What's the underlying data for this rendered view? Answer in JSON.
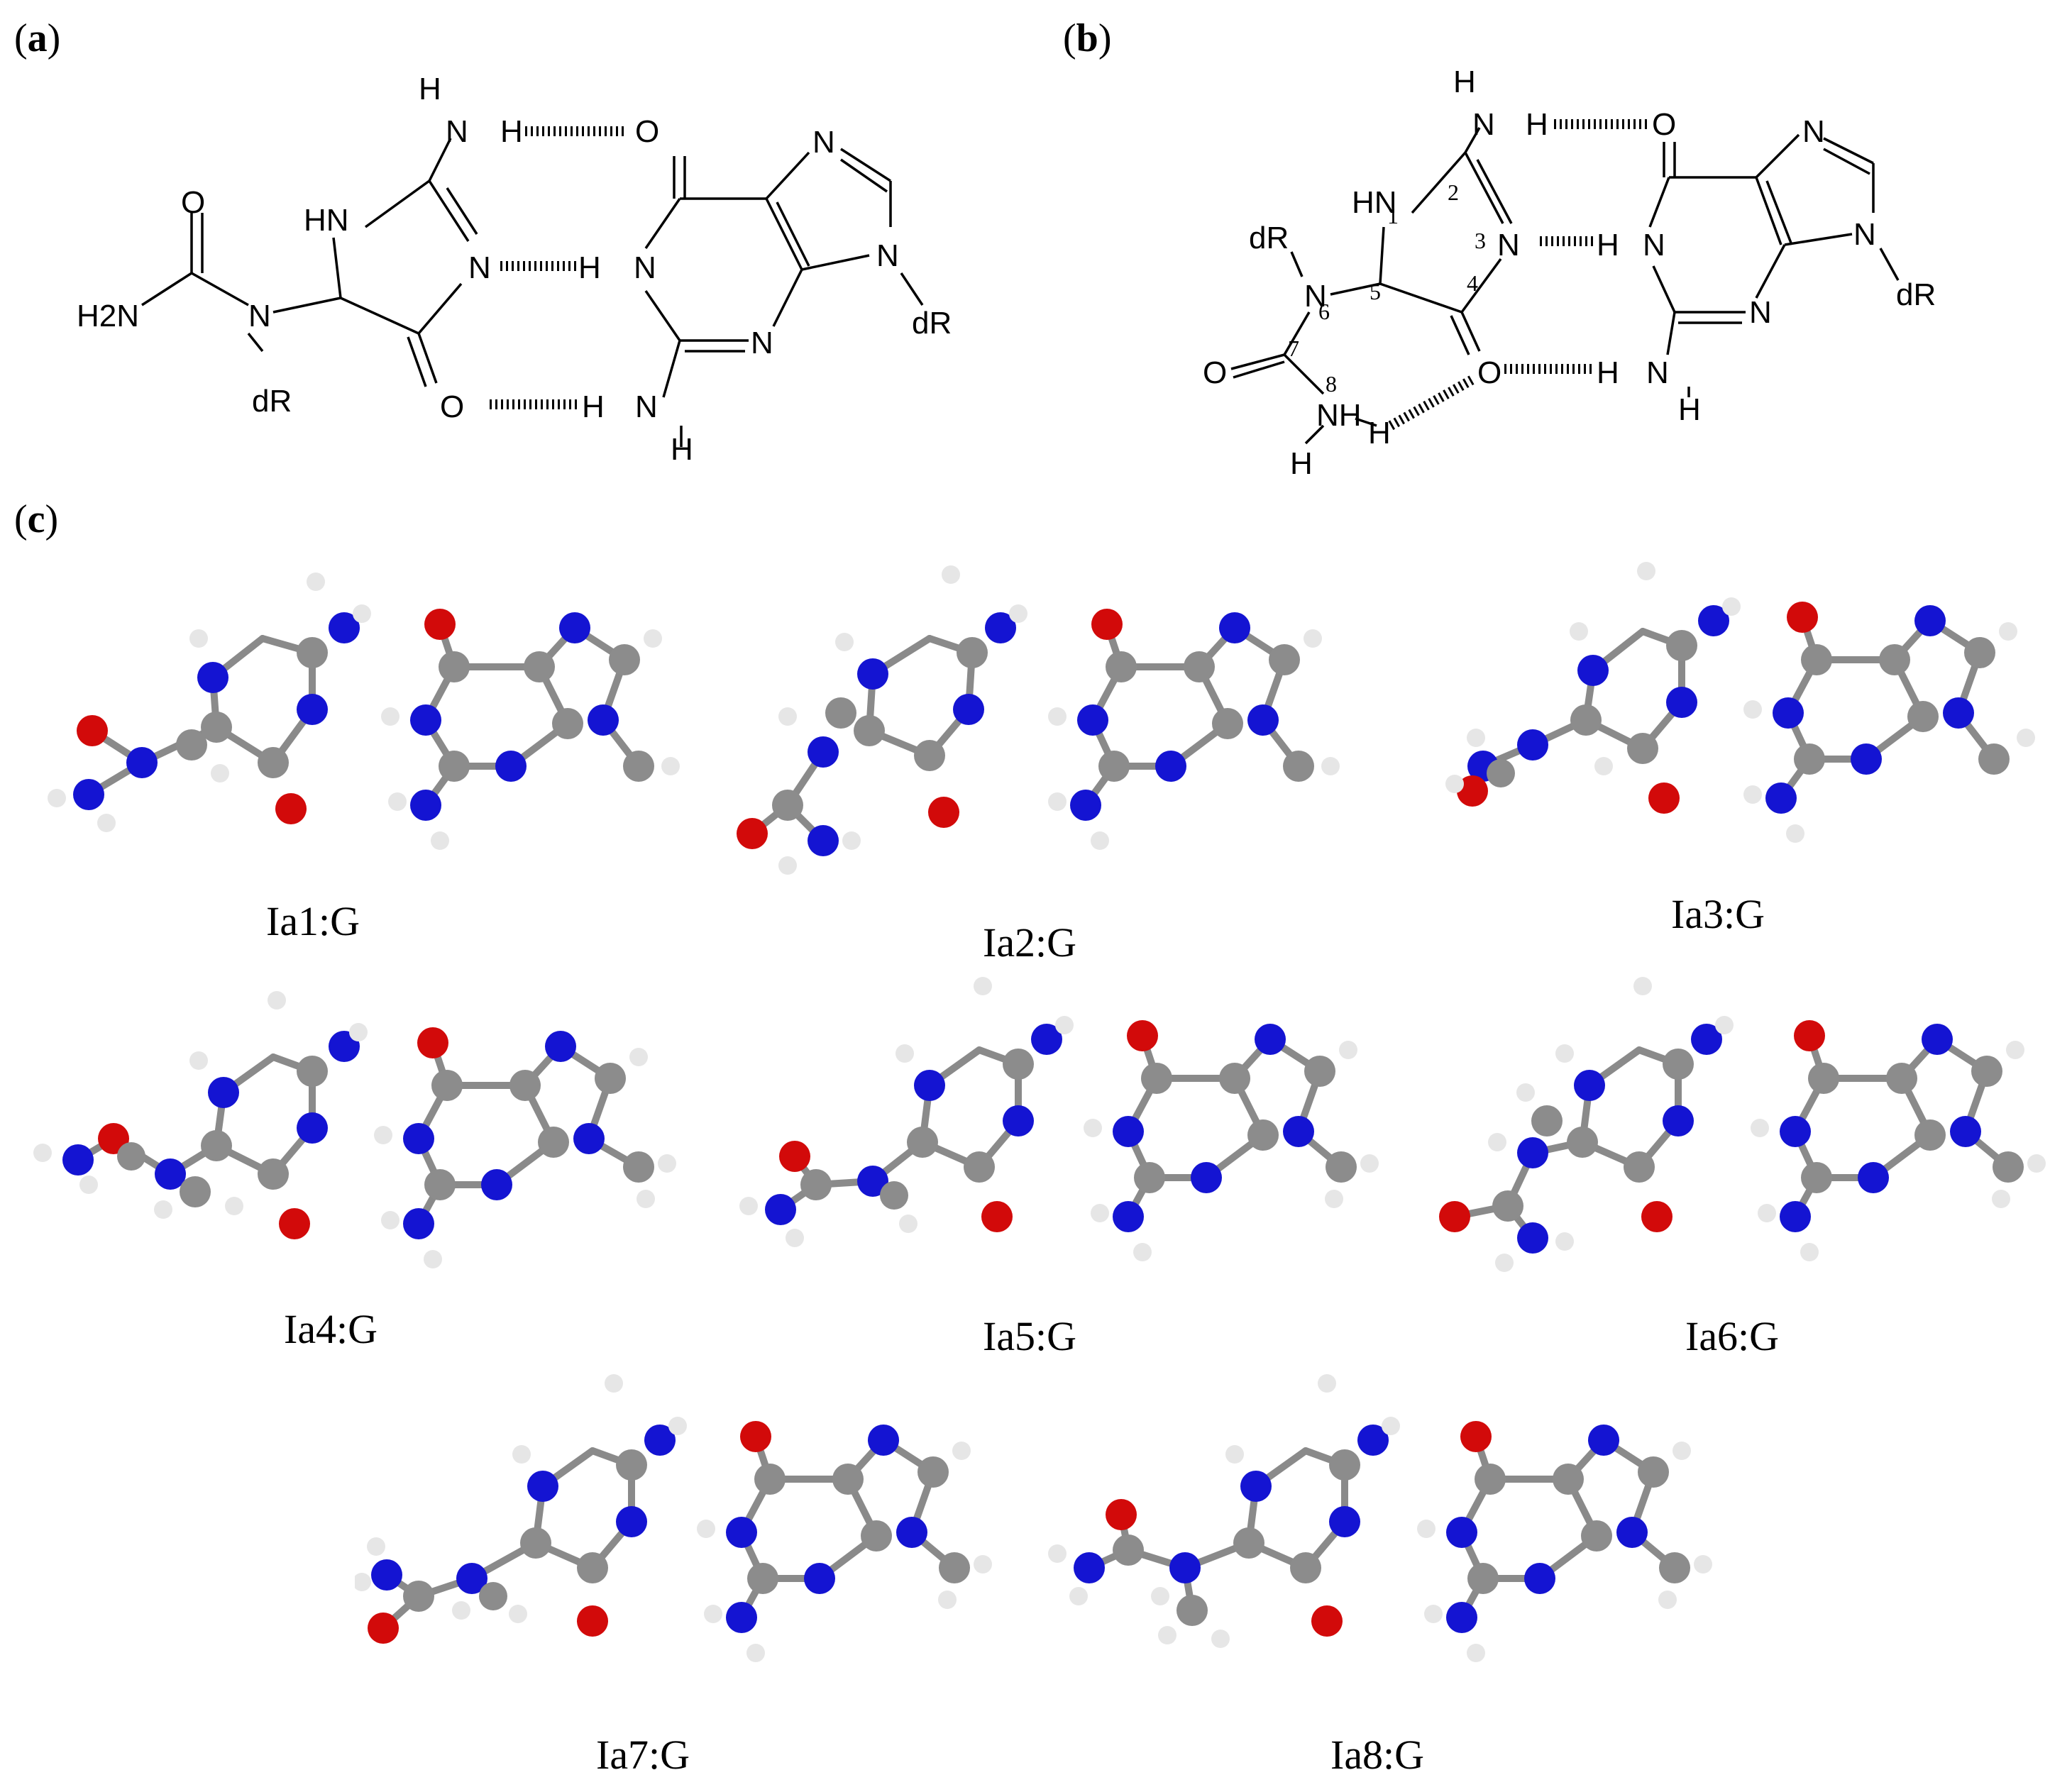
{
  "panels": {
    "a": "a",
    "b": "b",
    "c": "c"
  },
  "atom_colors": {
    "carbon": "#8c8c8c",
    "nitrogen": "#1414d2",
    "oxygen": "#d20a0a",
    "hydrogen": "#e6e6e6"
  },
  "scheme_a": {
    "atoms": {
      "h_top": "H",
      "n_top": "N",
      "h_top2": "H",
      "o_top": "O",
      "hn": "HN",
      "n_mid": "N",
      "h_mid": "H",
      "n_mid2": "N",
      "o_urea": "O",
      "h2n": "H2N",
      "n_urea": "N",
      "dr_left": "dR",
      "o_lower": "O",
      "h_low": "H",
      "n_low": "N",
      "h_low2": "H",
      "n_imid_top": "N",
      "n_imid": "N",
      "dr_right": "dR",
      "n_ring": "N"
    }
  },
  "scheme_b": {
    "atoms": {
      "h_top": "H",
      "n_top": "N",
      "h_top2": "H",
      "o_top": "O",
      "hn": "HN",
      "n3": "N",
      "h_mid": "H",
      "n_mid2": "N",
      "dr_left": "dR",
      "n6": "N",
      "o7": "O",
      "nh8": "NH",
      "h8": "H",
      "h8b": "H",
      "o_lower": "O",
      "h_low": "H",
      "n_low": "N",
      "h_low2": "H",
      "n_imid_top": "N",
      "n_imid": "N",
      "dr_right": "dR",
      "n_ring": "N"
    },
    "numbers": [
      "1",
      "2",
      "3",
      "4",
      "5",
      "6",
      "7",
      "8"
    ]
  },
  "structures": [
    {
      "label": "Ia1:G"
    },
    {
      "label": "Ia2:G"
    },
    {
      "label": "Ia3:G"
    },
    {
      "label": "Ia4:G"
    },
    {
      "label": "Ia5:G"
    },
    {
      "label": "Ia6:G"
    },
    {
      "label": "Ia7:G"
    },
    {
      "label": "Ia8:G"
    }
  ]
}
